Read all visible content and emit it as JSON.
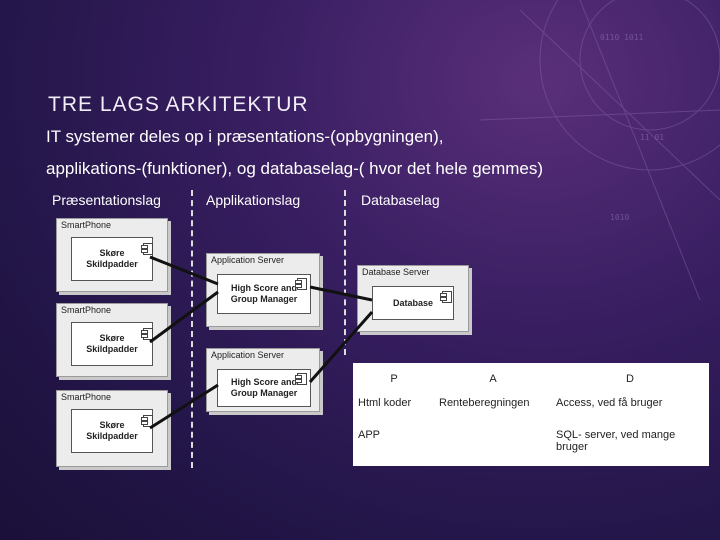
{
  "slide": {
    "title": "TRE LAGS ARKITEKTUR",
    "line1": "IT systemer deles op i præsentations-(opbygningen),",
    "line2": "applikations-(funktioner), og databaselag-( hvor det hele gemmes)"
  },
  "columns": {
    "presentation": "Præsentationslag",
    "application": "Applikationslag",
    "database": "Databaselag"
  },
  "diagram": {
    "smartphone_nodes": [
      {
        "label": "SmartPhone",
        "component": "Skøre\nSkildpadder"
      },
      {
        "label": "SmartPhone",
        "component": "Skøre\nSkildpadder"
      },
      {
        "label": "SmartPhone",
        "component": "Skøre\nSkildpadder"
      }
    ],
    "app_nodes": [
      {
        "label": "Application Server",
        "component": "High Score and\nGroup Manager"
      },
      {
        "label": "Application Server",
        "component": "High Score and\nGroup Manager"
      }
    ],
    "db_node": {
      "label": "Database Server",
      "component": "Database"
    }
  },
  "table": {
    "headers": [
      "P",
      "A",
      "D"
    ],
    "rows": [
      [
        "Html koder",
        "Renteberegningen",
        "Access, ved få bruger"
      ],
      [
        "APP",
        "",
        "SQL- server, ved mange bruger"
      ]
    ]
  }
}
